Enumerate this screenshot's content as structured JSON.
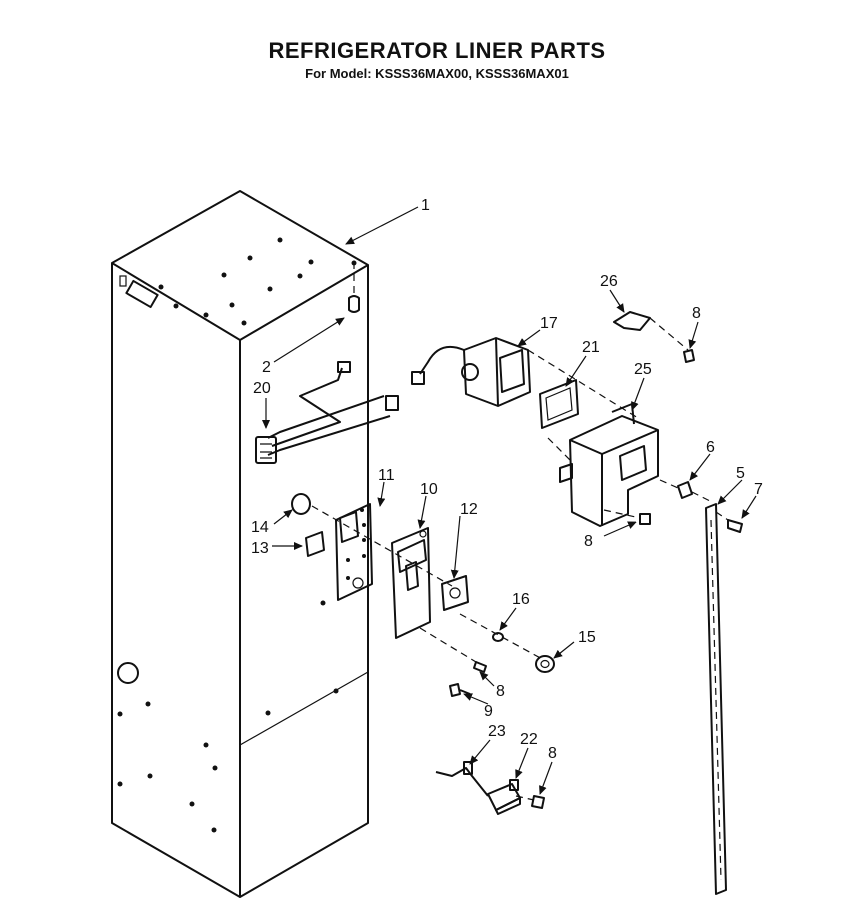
{
  "header": {
    "title": "REFRIGERATOR LINER PARTS",
    "model_line": "For Model: KSSS36MAX00, KSSS36MAX01"
  },
  "callouts": {
    "c1": "1",
    "c2": "2",
    "c20": "20",
    "c11": "11",
    "c10": "10",
    "c12": "12",
    "c14": "14",
    "c13": "13",
    "c17": "17",
    "c21": "21",
    "c26": "26",
    "c8a": "8",
    "c25": "25",
    "c6": "6",
    "c5": "5",
    "c7": "7",
    "c8b": "8",
    "c16": "16",
    "c15": "15",
    "c8c": "8",
    "c9": "9",
    "c23": "23",
    "c22": "22",
    "c8d": "8"
  }
}
